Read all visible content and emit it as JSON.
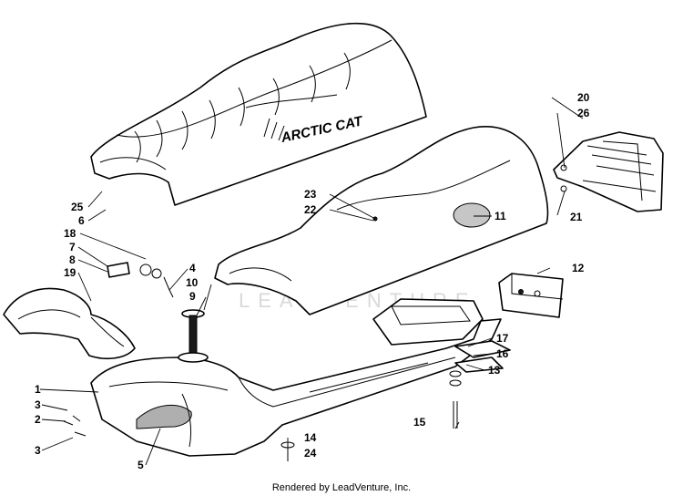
{
  "brand_text": "ARCTIC CAT",
  "watermark": "LEADVENTURE",
  "footer": "Rendered by LeadVenture, Inc.",
  "callouts": {
    "c1": "1",
    "c2": "2",
    "c3a": "3",
    "c3b": "3",
    "c4": "4",
    "c5": "5",
    "c6": "6",
    "c7": "7",
    "c8": "8",
    "c9": "9",
    "c10": "10",
    "c11": "11",
    "c12": "12",
    "c13": "13",
    "c14": "14",
    "c15": "15",
    "c16": "16",
    "c17": "17",
    "c18": "18",
    "c19": "19",
    "c20": "20",
    "c21": "21",
    "c22": "22",
    "c23": "23",
    "c24": "24",
    "c25": "25",
    "c26": "26"
  }
}
